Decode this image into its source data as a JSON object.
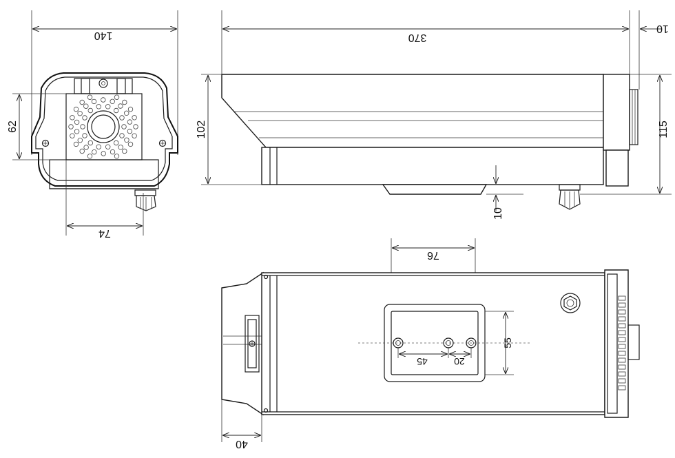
{
  "dimensions": {
    "front_width": "140",
    "front_height": "62",
    "front_bottom_width": "74",
    "side_length": "370",
    "side_offset": "10",
    "side_height_body": "102",
    "side_height_total": "115",
    "side_bottom_gap": "10",
    "bottom_mount_width": "76",
    "bottom_depth": "40",
    "hole_spacing_a": "45",
    "hole_spacing_b": "20",
    "mount_height": "55"
  }
}
